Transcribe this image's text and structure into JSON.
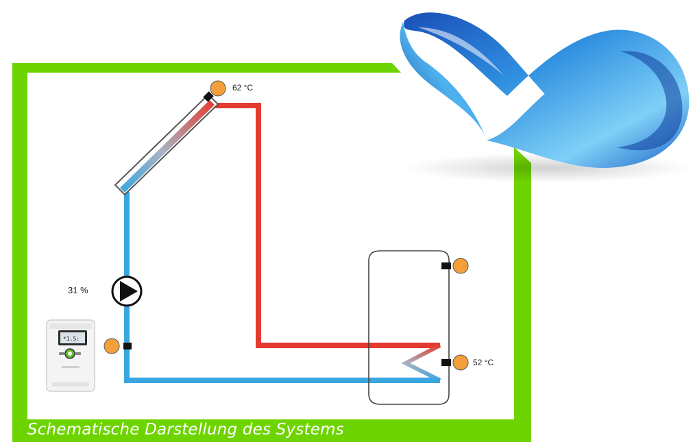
{
  "caption": "Schematische Darstellung des Systems",
  "labels": {
    "collector_temp": "62 °C",
    "pump_speed": "31 %",
    "tank_temp": "52 °C"
  },
  "colors": {
    "frame_green": "#6ed400",
    "hot_pipe": "#e53a2f",
    "cold_pipe": "#3aa6e0",
    "sensor_orange": "#f3a03a",
    "logo_blue": "#2f8fe0"
  },
  "icons": {
    "logo": "infinity-ribbon-logo",
    "controller": "solar-controller-device",
    "pump": "circulation-pump-icon",
    "collector": "solar-collector-panel",
    "tank": "storage-tank"
  }
}
